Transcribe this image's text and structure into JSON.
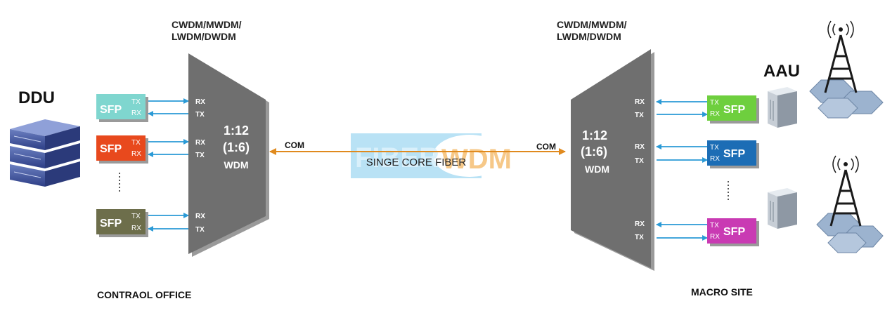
{
  "left": {
    "wdm_type_line1": "CWDM/MWDM/",
    "wdm_type_line2": "LWDM/DWDM",
    "device_label": "DDU",
    "office_label": "CONTRAOL OFFICE",
    "mux": {
      "ratio": "1:12",
      "ratio_alt": "(1:6)",
      "name": "WDM"
    },
    "com_label": "COM",
    "ports": [
      {
        "rx": "RX",
        "tx": "TX"
      },
      {
        "rx": "RX",
        "tx": "TX"
      },
      {
        "rx": "RX",
        "tx": "TX"
      }
    ],
    "sfps": [
      {
        "label": "SFP",
        "tx": "TX",
        "rx": "RX",
        "color": "#7fd6cf"
      },
      {
        "label": "SFP",
        "tx": "TX",
        "rx": "RX",
        "color": "#e8491d"
      },
      {
        "label": "SFP",
        "tx": "TX",
        "rx": "RX",
        "color": "#6d6e4b"
      }
    ]
  },
  "right": {
    "wdm_type_line1": "CWDM/MWDM/",
    "wdm_type_line2": "LWDM/DWDM",
    "device_label": "AAU",
    "site_label": "MACRO SITE",
    "mux": {
      "ratio": "1:12",
      "ratio_alt": "(1:6)",
      "name": "WDM"
    },
    "com_label": "COM",
    "ports": [
      {
        "rx": "RX",
        "tx": "TX"
      },
      {
        "rx": "RX",
        "tx": "TX"
      },
      {
        "rx": "RX",
        "tx": "TX"
      }
    ],
    "sfps": [
      {
        "label": "SFP",
        "tx": "TX",
        "rx": "RX",
        "color": "#6ecf3e"
      },
      {
        "label": "SFP",
        "tx": "TX",
        "rx": "RX",
        "color": "#1c6db5"
      },
      {
        "label": "SFP",
        "tx": "TX",
        "rx": "RX",
        "color": "#c93ab3"
      }
    ]
  },
  "fiber": {
    "label": "SINGE CORE FIBER",
    "watermark_a": "FIBER",
    "watermark_b": "WDM",
    "color": "#e08a1e"
  },
  "colors": {
    "mux_gray": "#6f6f6f",
    "arrow_blue": "#2a9ad6",
    "logo_blue": "#a8d8f0",
    "logo_orange": "#f2b15a"
  }
}
